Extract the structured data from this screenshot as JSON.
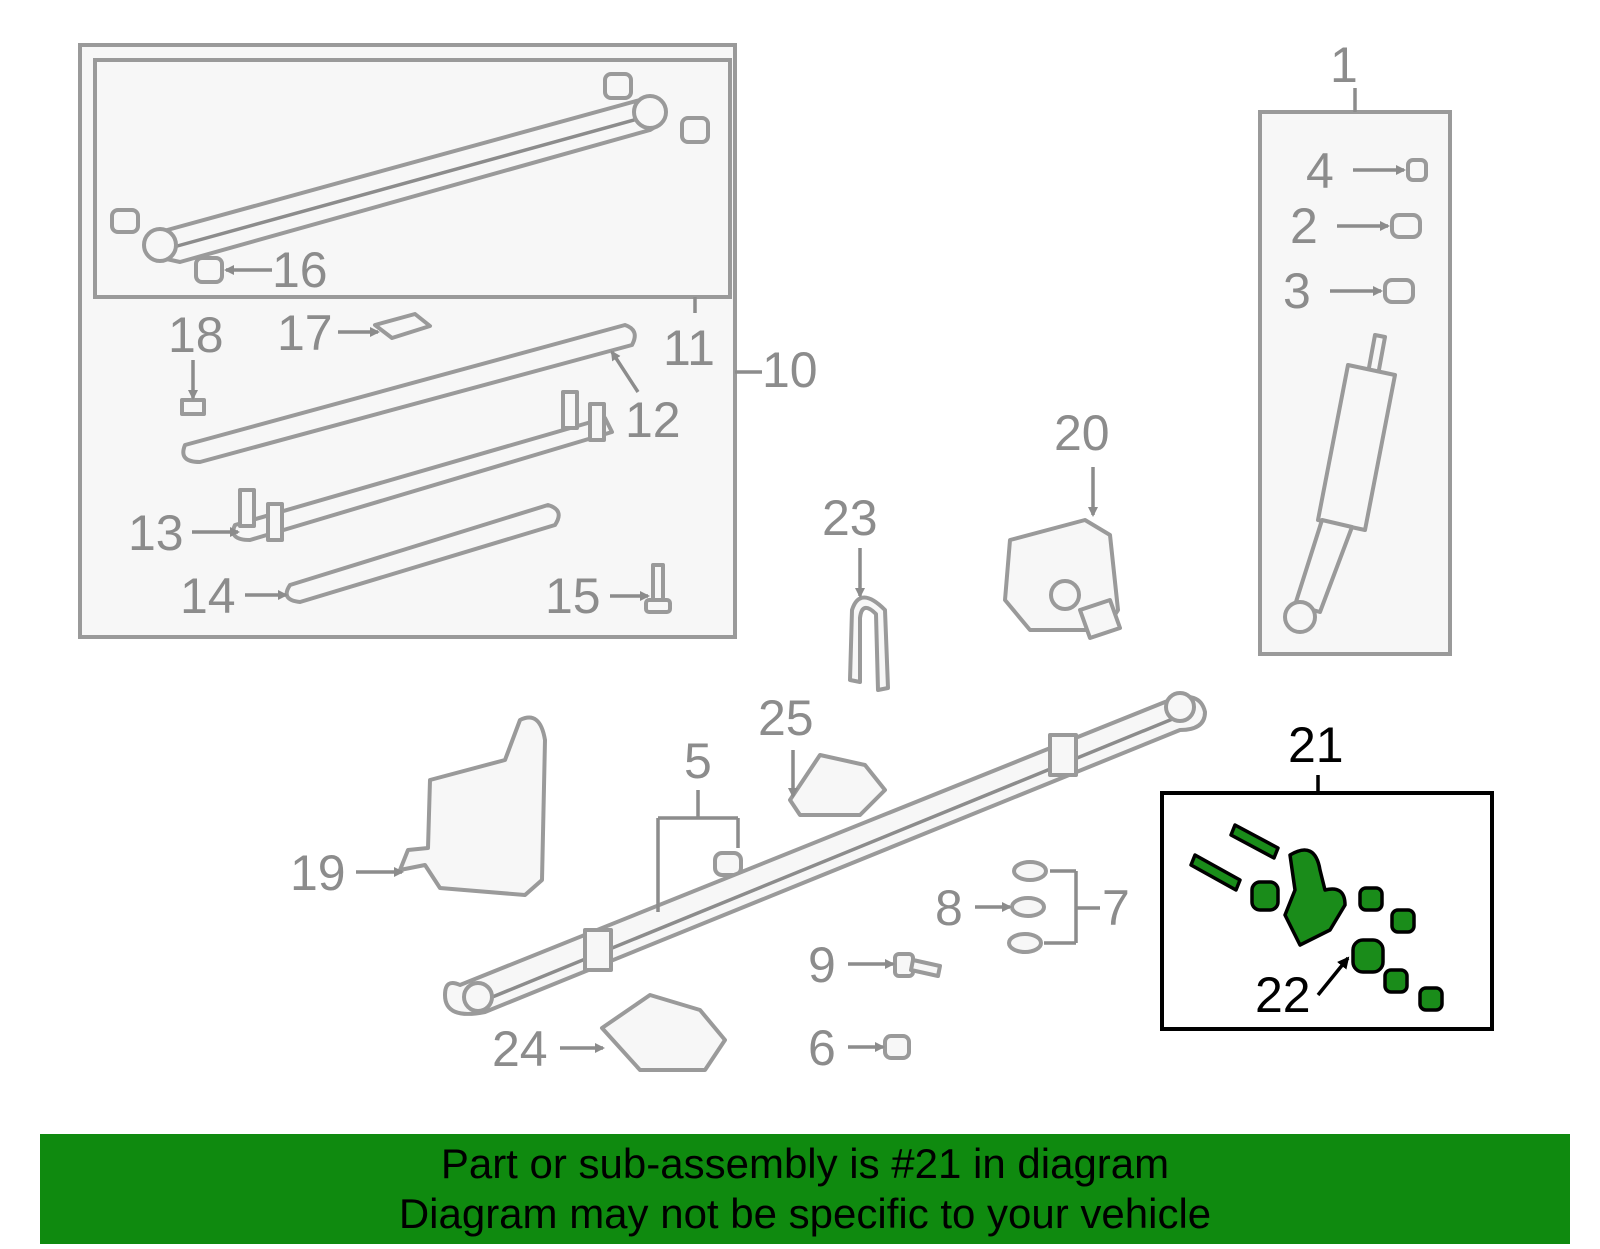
{
  "callouts": {
    "c1": "1",
    "c2": "2",
    "c3": "3",
    "c4": "4",
    "c5": "5",
    "c6": "6",
    "c7": "7",
    "c8": "8",
    "c9": "9",
    "c10": "10",
    "c11": "11",
    "c12": "12",
    "c13": "13",
    "c14": "14",
    "c15": "15",
    "c16": "16",
    "c17": "17",
    "c18": "18",
    "c19": "19",
    "c20": "20",
    "c21": "21",
    "c22": "22",
    "c23": "23",
    "c24": "24",
    "c25": "25"
  },
  "highlight": {
    "part_number": "21",
    "color": "#1a8c1a"
  },
  "banner": {
    "line1": "Part or sub-assembly is #21 in diagram",
    "line2": "Diagram may not be specific to your vehicle",
    "background": "#0f8a0f"
  }
}
